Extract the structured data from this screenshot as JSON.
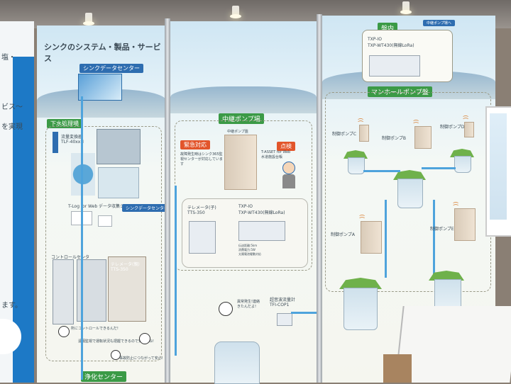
{
  "left_edge": {
    "line1": "塩・",
    "line2": "ビス～",
    "line3": "を実現",
    "line4": "ます。"
  },
  "panel1": {
    "title": "シンクのシステム・製品・サービス",
    "data_center_tag": "シンクデータセンター",
    "treatment_plant_tag": "下水処理場",
    "flowmeter_label": "流量変換器\nTLF-40xxH",
    "tlog_label": "T-Log for Web データ収集システム",
    "data_center_tag2": "シンクデータセンター",
    "control_center_label": "コントロールセンタ",
    "telemeter_parent_label": "テレメータ(親)\nTTS-350",
    "speech1": "所にコントロールできるんだ!",
    "speech2": "遠隔監視で運転状況も把握できるので安心だね!",
    "speech3": "事故防止につながって安心!",
    "purification_tag": "浄化センター"
  },
  "panel2": {
    "relay_tag": "中継ポンプ場",
    "relay_panel_label": "中継ポンプ盤",
    "emergency_tag": "緊急対応",
    "emergency_text": "故障発生時はシンク365監視センターが対応しています",
    "inspection_tag": "点検",
    "tasset_label": "T-ASSET for Web\n水道施設台帳",
    "telemeter_child_label": "テレメータ(子)\nTTS-350",
    "txp_label": "TXP-IO\nTXP-WT430(無線LoRa)",
    "spec_text": "伝送距離:5km\n消費電力:5W\n太陽電池駆動対応",
    "speech4": "異常発生!連絡きたんだよ!",
    "flowmeter2_label": "超音波流量計\nTFI-COP1"
  },
  "panel3": {
    "ban_nai_tag": "盤内",
    "relay_pump_tag": "中継ポンプ場へ",
    "txp_label": "TXP-IO\nTXP-WT430(無線LoRa)",
    "manhole_tag": "マンホールポンプ盤",
    "pump_c": "制御ポンプC",
    "pump_b": "制御ポンプB",
    "pump_d": "制御ポンプD",
    "pump_a": "制御ポンプA",
    "pump_e": "制御ポンプE"
  },
  "colors": {
    "accent_green": "#3b9a46",
    "accent_red": "#e2552b",
    "pipe_blue": "#4ea3dc",
    "sky": "#cfe6f3"
  }
}
